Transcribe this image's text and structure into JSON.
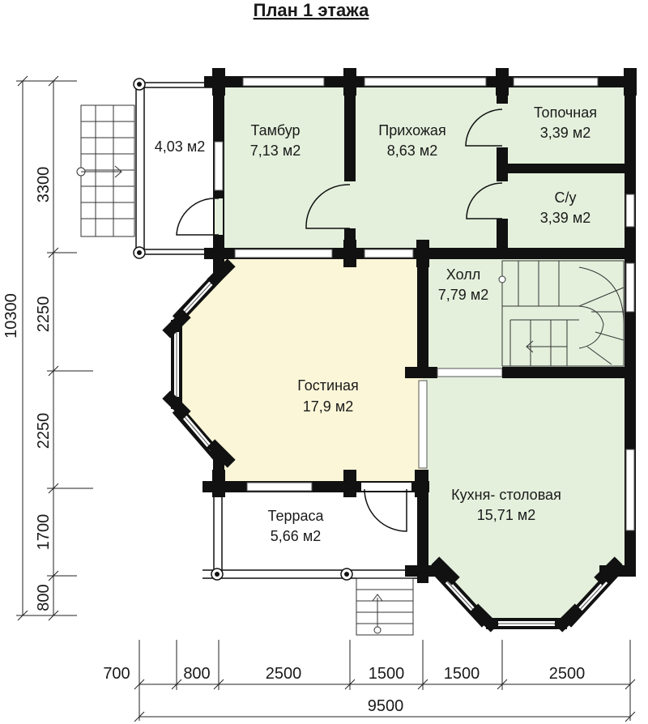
{
  "title": "План 1 этажа",
  "rooms": {
    "vestibule_porch": {
      "area": "4,03 м2"
    },
    "tambur": {
      "name": "Тамбур",
      "area": "7,13 м2"
    },
    "hallway": {
      "name": "Прихожая",
      "area": "8,63 м2"
    },
    "boiler": {
      "name": "Топочная",
      "area": "3,39 м2"
    },
    "wc": {
      "name": "С/у",
      "area": "3,39 м2"
    },
    "hall": {
      "name": "Холл",
      "area": "7,79 м2"
    },
    "living": {
      "name": "Гостиная",
      "area": "17,9 м2"
    },
    "terrace": {
      "name": "Терраса",
      "area": "5,66 м2"
    },
    "kitchen": {
      "name": "Кухня- столовая",
      "area": "15,71 м2"
    }
  },
  "dimensions": {
    "left_total": "10300",
    "left_segments": [
      "3300",
      "2250",
      "2250",
      "1700",
      "800"
    ],
    "bottom_segments": [
      "700",
      "800",
      "2500",
      "1500",
      "1500",
      "2500"
    ],
    "bottom_total": "9500"
  },
  "colors": {
    "green_room": "#e4f0dc",
    "yellow_room": "#fbf6d8",
    "wall": "#111111"
  }
}
